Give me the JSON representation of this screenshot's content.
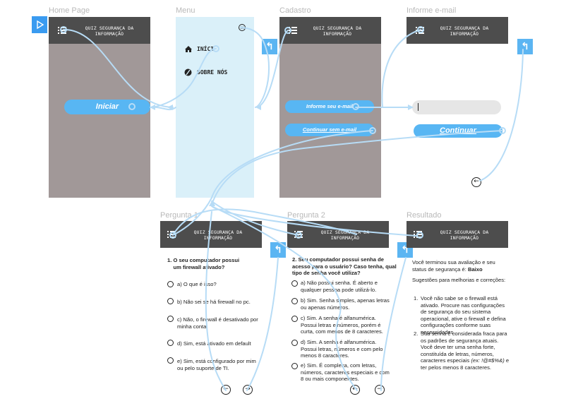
{
  "artboards": {
    "home": {
      "label": "Home Page",
      "start_btn": "Iniciar"
    },
    "menu": {
      "label": "Menu",
      "item_home": "INÍCI",
      "item_about": "SOBRE NÓS"
    },
    "cadastro": {
      "label": "Cadastro",
      "btn_email": "Informe seu e-mail",
      "btn_no_email": "Continuar sem e-mail"
    },
    "email": {
      "label": "Informe e-mail",
      "input_value": "",
      "btn_continue": "Continuar"
    },
    "p1": {
      "label": "Pergunta 1",
      "question": "1. O seu computador possui\n    um firewall ativado?",
      "options": [
        "a) O que é isso?",
        "b) Não sei se há firewall no pc.",
        "c) Não, o firewall é desativado por\nminha conta.",
        "d) Sim, está ativado em default",
        "e) Sim, está configurado por mim\nou pelo suporte de TI."
      ]
    },
    "p2": {
      "label": "Pergunta 2",
      "question": "2. Seu computador possui senha de\nacesso para o usuário? Caso tenha, qual\ntipo de senha você utiliza?",
      "options": [
        "a) Não possui senha. É aberto e\nqualquer pessoa pode utilizá-lo.",
        "b) Sim. Senha simples, apenas letras\nou apenas números.",
        "c) Sim. A senha é alfanumérica.\nPossui letras e números, porém é\ncurta, com menos de 8 caracteres.",
        "d) Sim. A senha é alfanumérica.\nPossui letras, números e com pelo\nmenos 8 caracteres.",
        "e) Sim. É complexa, com letras,\nnúmeros, caracteres especiais e com\n8 ou mais componentes."
      ]
    },
    "result": {
      "label": "Resultado",
      "intro": "Você terminou sua avaliação e seu\nstatus de segurança é:",
      "status": "Baixo",
      "suggest": "Sugestões para melhorias e correções:",
      "items": [
        "Você não sabe se o firewall está\nativado. Procure nas configurações\nde segurança do seu sistema\noperacional, ative o firewall e defina\nconfigurações conforme suas\nnecessidades.",
        "Sua senha é considerada fraca para\nos padrões de segurança atuais.\nVocê deve ter uma senha forte,\nconstituída de letras, números,\ncaracteres especiais"
      ],
      "item2_example": "(ex: !@#$%&)",
      "item2_end": "e\nter pelos menos 8 caracteres."
    }
  },
  "header_title": "QUIZ SEGURANÇA DA\nINFORMAÇÃO",
  "icons": {
    "back": "↰",
    "prev": "←",
    "next": "→",
    "close": "×",
    "play": "play-icon"
  },
  "colors": {
    "accent": "#58b6f3",
    "header": "#4d4d4d",
    "gray_screen": "#a19898",
    "menu_bg": "#daf0f9",
    "link": "#b7dcf6"
  }
}
